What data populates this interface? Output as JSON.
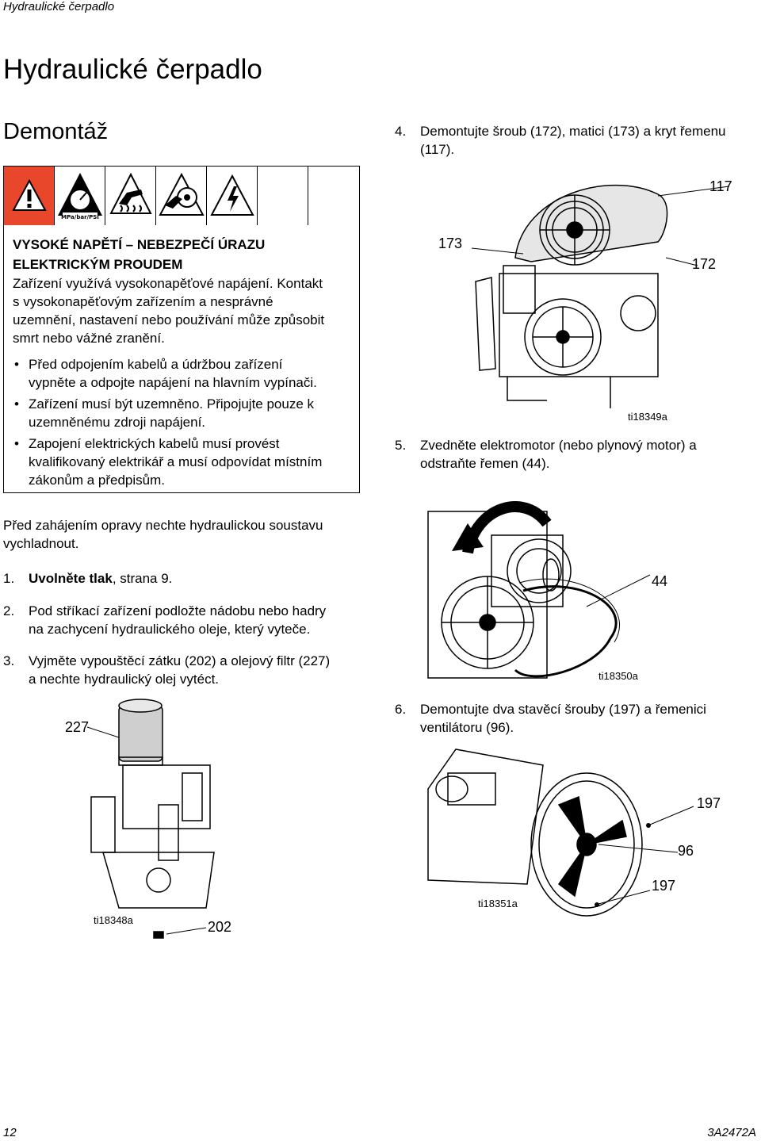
{
  "header": {
    "running_title": "Hydraulické čerpadlo"
  },
  "page_title": "Hydraulické čerpadlo",
  "section_title": "Demontáž",
  "warning": {
    "pressure_icon_label": "MPa/bar/PSI",
    "title_line1": "VYSOKÉ NAPĚTÍ – NEBEZPEČÍ ÚRAZU",
    "title_line2": "ELEKTRICKÝM PROUDEM",
    "text_lines": [
      "Zařízení využívá vysokonapěťové napájení. Kontakt",
      "s vysokonapěťovým zařízením a nesprávné",
      "uzemnění, nastavení nebo používání může způsobit",
      "smrt nebo vážné zranění."
    ],
    "bullets": [
      {
        "lines": [
          "Před odpojením kabelů a údržbou zařízení",
          "vypněte a odpojte napájení na hlavním vypínači."
        ]
      },
      {
        "lines": [
          "Zařízení musí být uzemněno. Připojujte pouze k",
          "uzemněnému zdroji napájení."
        ]
      },
      {
        "lines": [
          "Zapojení elektrických kabelů musí provést",
          "kvalifikovaný elektrikář a musí odpovídat místním",
          "zákonům a předpisům."
        ]
      }
    ]
  },
  "intro": {
    "lines": [
      "Před zahájením opravy nechte hydraulickou soustavu",
      "vychladnout."
    ]
  },
  "steps": {
    "s1": {
      "num": "1.",
      "bold": "Uvolněte tlak",
      "rest": ", strana 9."
    },
    "s2": {
      "num": "2.",
      "lines": [
        "Pod stříkací zařízení podložte nádobu nebo hadry",
        "na zachycení hydraulického oleje, který vyteče."
      ]
    },
    "s3": {
      "num": "3.",
      "lines": [
        "Vyjměte vypouštěcí zátku (202) a olejový filtr (227)",
        "a nechte hydraulický olej vytéct."
      ]
    },
    "s4": {
      "num": "4.",
      "lines": [
        "Demontujte šroub (172), matici (173) a kryt řemenu",
        "(117)."
      ]
    },
    "s5": {
      "num": "5.",
      "lines": [
        "Zvedněte elektromotor (nebo plynový motor) a",
        "odstraňte řemen (44)."
      ]
    },
    "s6": {
      "num": "6.",
      "lines": [
        "Demontujte dva stavěcí šrouby (197) a řemenici",
        "ventilátoru (96)."
      ]
    }
  },
  "figures": {
    "fig1": {
      "id": "ti18349a",
      "callouts": [
        "117",
        "173",
        "172"
      ]
    },
    "fig2": {
      "id": "ti18350a",
      "callouts": [
        "44"
      ]
    },
    "fig3": {
      "id": "ti18348a",
      "callouts": [
        "227",
        "202"
      ]
    },
    "fig4": {
      "id": "ti18351a",
      "callouts": [
        "197",
        "96",
        "197"
      ]
    }
  },
  "footer": {
    "page_number": "12",
    "doc_code": "3A2472A"
  },
  "colors": {
    "warning_red": "#e8472b"
  }
}
